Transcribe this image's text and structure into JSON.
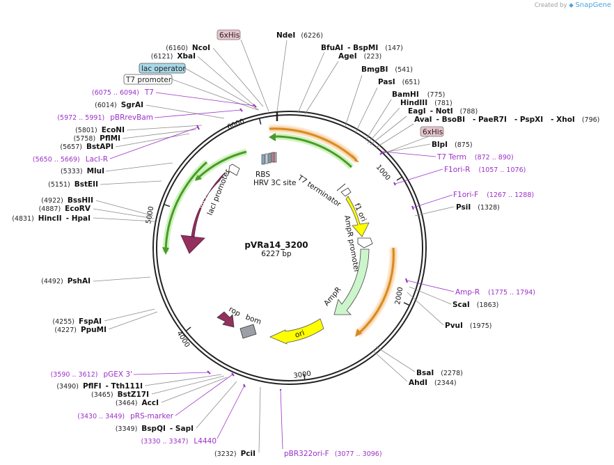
{
  "credit": {
    "prefix": "Created by",
    "brand": "SnapGene"
  },
  "map": {
    "name": "pVRa14_3200",
    "length_label": "6227 bp"
  },
  "ticks": [
    {
      "label": "1000"
    },
    {
      "label": "2000"
    },
    {
      "label": "3000"
    },
    {
      "label": "4000"
    },
    {
      "label": "5000"
    },
    {
      "label": "6000"
    }
  ],
  "sites": [
    {
      "name": "NdeI",
      "pos": "(6226)"
    },
    {
      "name": "BfuAI",
      "extra": "- BspMI",
      "pos": "(147)"
    },
    {
      "name": "AgeI",
      "pos": "(223)"
    },
    {
      "name": "BmgBI",
      "pos": "(541)"
    },
    {
      "name": "PasI",
      "pos": "(651)"
    },
    {
      "name": "BamHI",
      "pos": "(775)"
    },
    {
      "name": "HindIII",
      "pos": "(781)"
    },
    {
      "name": "EagI",
      "extra": "- NotI",
      "pos": "(788)"
    },
    {
      "name": "AvaI",
      "extra": "- BsoBI   - PaeR7I   - PspXI   - XhoI",
      "pos": "(796)"
    },
    {
      "name": "BlpI",
      "pos": "(875)"
    },
    {
      "name": "PsiI",
      "pos": "(1328)"
    },
    {
      "name": "ScaI",
      "pos": "(1863)"
    },
    {
      "name": "PvuI",
      "pos": "(1975)"
    },
    {
      "name": "BsaI",
      "pos": "(2278)"
    },
    {
      "name": "AhdI",
      "pos": "(2344)"
    },
    {
      "name": "PciI",
      "pos": "(3232)"
    },
    {
      "name": "BspQI",
      "extra": "- SapI",
      "pos": "(3349)"
    },
    {
      "name": "AccI",
      "pos": "(3464)"
    },
    {
      "name": "BstZ17I",
      "pos": "(3465)"
    },
    {
      "name": "PflFI",
      "extra": "- Tth111I",
      "pos": "(3490)"
    },
    {
      "name": "PpuMI",
      "pos": "(4227)"
    },
    {
      "name": "FspAI",
      "pos": "(4255)"
    },
    {
      "name": "PshAI",
      "pos": "(4492)"
    },
    {
      "name": "HincII",
      "extra": "- HpaI",
      "pos": "(4831)"
    },
    {
      "name": "EcoRV",
      "pos": "(4887)"
    },
    {
      "name": "BssHII",
      "pos": "(4922)"
    },
    {
      "name": "BstEII",
      "pos": "(5151)"
    },
    {
      "name": "MluI",
      "pos": "(5333)"
    },
    {
      "name": "BstAPI",
      "pos": "(5657)"
    },
    {
      "name": "PflMI",
      "pos": "(5758)"
    },
    {
      "name": "EcoNI",
      "pos": "(5801)"
    },
    {
      "name": "SgrAI",
      "pos": "(6014)"
    },
    {
      "name": "XbaI",
      "pos": "(6121)"
    },
    {
      "name": "NcoI",
      "pos": "(6160)"
    }
  ],
  "primers": [
    {
      "name": "T7 Term",
      "pos": "(872 .. 890)"
    },
    {
      "name": "F1ori-R",
      "pos": "(1057 .. 1076)"
    },
    {
      "name": "F1ori-F",
      "pos": "(1267 .. 1288)"
    },
    {
      "name": "Amp-R",
      "pos": "(1775 .. 1794)"
    },
    {
      "name": "pBR322ori-F",
      "pos": "(3077 .. 3096)"
    },
    {
      "name": "L4440",
      "pos": "(3330 .. 3347)"
    },
    {
      "name": "pRS-marker",
      "pos": "(3430 .. 3449)"
    },
    {
      "name": "pGEX 3'",
      "pos": "(3590 .. 3612)"
    },
    {
      "name": "LacI-R",
      "pos": "(5650 .. 5669)"
    },
    {
      "name": "pBRrevBam",
      "pos": "(5972 .. 5991)"
    },
    {
      "name": "T7",
      "pos": "(6075 .. 6094)"
    }
  ],
  "boxed_labels": [
    {
      "name": "6xHis"
    },
    {
      "name": "lac operator"
    },
    {
      "name": "T7 promoter"
    },
    {
      "name": "6xHis"
    }
  ],
  "features": [
    {
      "name": "f1 ori"
    },
    {
      "name": "AmpR promoter"
    },
    {
      "name": "AmpR"
    },
    {
      "name": "ori"
    },
    {
      "name": "rop"
    },
    {
      "name": "bom"
    },
    {
      "name": "lacI"
    },
    {
      "name": "lacI promoter"
    },
    {
      "name": "RBS"
    },
    {
      "name": "HRV 3C site"
    },
    {
      "name": "T7 terminator"
    }
  ],
  "colors": {
    "backbone": "#222222",
    "primer": "#9b2fc8",
    "f1_ori": "#ffff00",
    "ampr": "#ccf5cc",
    "ori_feature": "#ffff00",
    "laci": "#93305e",
    "bom": "#9aa0a6",
    "orange_orf": "#f0a040",
    "green_orf": "#6fcf3f",
    "lac_operator_box": "#a8d8e8",
    "his_box": "#e8c4cc"
  }
}
